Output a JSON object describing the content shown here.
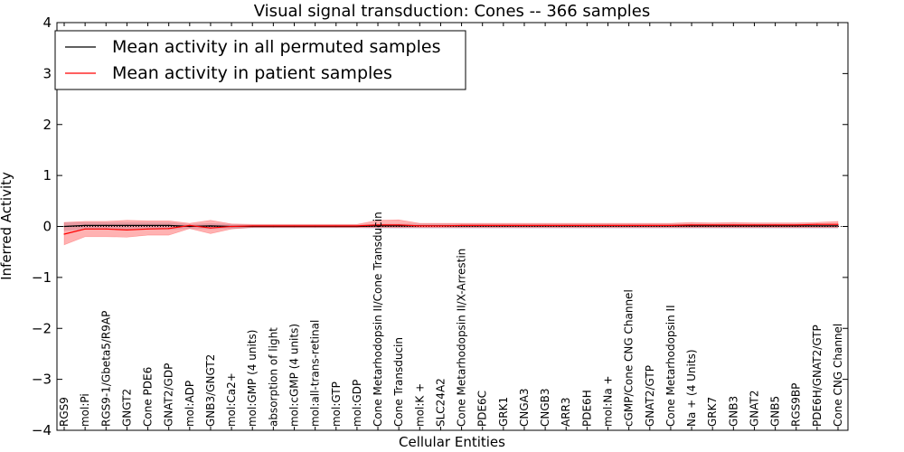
{
  "chart_data": {
    "type": "line",
    "title": "Visual signal transduction: Cones -- 366 samples",
    "xlabel": "Cellular Entities",
    "ylabel": "Inferred Activity",
    "ylim": [
      -4,
      4
    ],
    "yticks": [
      -4,
      -3,
      -2,
      -1,
      0,
      1,
      2,
      3,
      4
    ],
    "ytick_labels": [
      "−4",
      "−3",
      "−2",
      "−1",
      "0",
      "1",
      "2",
      "3",
      "4"
    ],
    "categories": [
      "RGS9",
      "mol:Pi",
      "RGS9-1/Gbeta5/R9AP",
      "GNGT2",
      "Cone PDE6",
      "GNAT2/GDP",
      "mol:ADP",
      "GNB3/GNGT2",
      "mol:Ca2+",
      "mol:GMP (4 units)",
      "absorption of light",
      "mol:cGMP (4 units)",
      "mol:all-trans-retinal",
      "mol:GTP",
      "mol:GDP",
      "Cone Metarhodopsin II/Cone Transducin",
      "Cone Transducin",
      "mol:K +",
      "SLC24A2",
      "Cone Metarhodopsin II/X-Arrestin",
      "PDE6C",
      "GRK1",
      "CNGA3",
      "CNGB3",
      "ARR3",
      "PDE6H",
      "mol:Na +",
      "cGMP/Cone CNG Channel",
      "GNAT2/GTP",
      "Cone Metarhodopsin II",
      "Na + (4 Units)",
      "GRK7",
      "GNB3",
      "GNAT2",
      "GNB5",
      "RGS9BP",
      "PDE6H/GNAT2/GTP",
      "Cone CNG Channel"
    ],
    "legend": {
      "placement": "top-left"
    },
    "grid": false,
    "series": [
      {
        "name": "Mean activity in all permuted samples",
        "color": "#000000",
        "values": [
          0.0,
          0.02,
          0.02,
          0.02,
          0.02,
          0.02,
          0.0,
          0.01,
          0.0,
          0.0,
          0.0,
          0.0,
          0.0,
          0.0,
          0.0,
          0.01,
          0.01,
          0.01,
          0.01,
          0.01,
          0.01,
          0.01,
          0.01,
          0.01,
          0.01,
          0.01,
          0.01,
          0.01,
          0.01,
          0.01,
          0.01,
          0.01,
          0.01,
          0.01,
          0.01,
          0.01,
          0.01,
          0.01
        ],
        "band": {
          "color": "#c8c8dc",
          "lower": [
            -0.08,
            -0.06,
            -0.06,
            -0.06,
            -0.06,
            -0.06,
            -0.04,
            -0.05,
            -0.04,
            -0.03,
            -0.03,
            -0.03,
            -0.03,
            -0.03,
            -0.03,
            -0.04,
            -0.04,
            -0.04,
            -0.04,
            -0.04,
            -0.04,
            -0.04,
            -0.04,
            -0.04,
            -0.04,
            -0.04,
            -0.04,
            -0.04,
            -0.04,
            -0.04,
            -0.04,
            -0.04,
            -0.04,
            -0.04,
            -0.04,
            -0.04,
            -0.04,
            -0.04
          ],
          "upper": [
            0.08,
            0.08,
            0.08,
            0.08,
            0.08,
            0.08,
            0.04,
            0.06,
            0.04,
            0.03,
            0.03,
            0.03,
            0.03,
            0.03,
            0.03,
            0.05,
            0.05,
            0.05,
            0.05,
            0.05,
            0.05,
            0.05,
            0.05,
            0.05,
            0.05,
            0.05,
            0.05,
            0.05,
            0.05,
            0.05,
            0.05,
            0.05,
            0.05,
            0.05,
            0.05,
            0.05,
            0.05,
            0.05
          ]
        }
      },
      {
        "name": "Mean activity in patient samples",
        "color": "#ff0000",
        "values": [
          -0.15,
          -0.05,
          -0.05,
          -0.07,
          -0.05,
          -0.04,
          0.02,
          -0.03,
          0.0,
          0.01,
          0.01,
          0.01,
          0.01,
          0.01,
          0.01,
          0.03,
          0.03,
          0.01,
          0.01,
          0.02,
          0.02,
          0.02,
          0.02,
          0.02,
          0.02,
          0.02,
          0.02,
          0.02,
          0.02,
          0.02,
          0.03,
          0.03,
          0.03,
          0.03,
          0.03,
          0.03,
          0.04,
          0.04
        ],
        "band": {
          "color": "#ff0000",
          "lower": [
            -0.36,
            -0.2,
            -0.2,
            -0.21,
            -0.17,
            -0.17,
            -0.04,
            -0.14,
            -0.05,
            -0.02,
            -0.02,
            -0.02,
            -0.02,
            -0.02,
            -0.02,
            -0.02,
            -0.02,
            -0.02,
            -0.02,
            -0.02,
            -0.02,
            -0.02,
            -0.02,
            -0.02,
            -0.02,
            -0.02,
            -0.02,
            -0.02,
            -0.02,
            -0.02,
            -0.02,
            -0.02,
            -0.02,
            -0.02,
            -0.02,
            -0.02,
            -0.02,
            -0.02
          ],
          "upper": [
            0.08,
            0.1,
            0.1,
            0.12,
            0.11,
            0.11,
            0.06,
            0.12,
            0.05,
            0.04,
            0.04,
            0.04,
            0.04,
            0.04,
            0.04,
            0.12,
            0.13,
            0.06,
            0.06,
            0.06,
            0.06,
            0.06,
            0.06,
            0.06,
            0.06,
            0.06,
            0.06,
            0.06,
            0.06,
            0.06,
            0.08,
            0.07,
            0.08,
            0.07,
            0.07,
            0.07,
            0.08,
            0.1
          ]
        }
      }
    ]
  }
}
